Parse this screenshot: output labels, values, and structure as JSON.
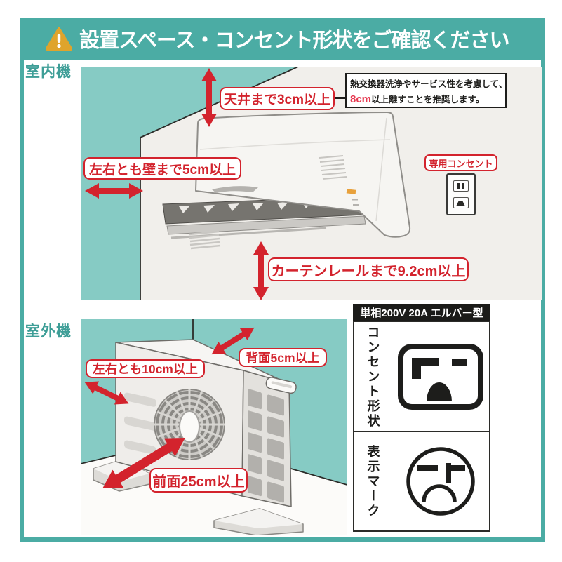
{
  "header": {
    "title": "設置スペース・コンセント形状をご確認ください"
  },
  "indoor": {
    "section_label": "室内機",
    "ceiling_label": "天井まで3cm以上",
    "side_label": "左右とも壁まで5cm以上",
    "curtain_label": "カーテンレールまで9.2cm以上",
    "outlet_label": "専用コンセント",
    "note_line1": "熱交換器洗浄やサービス性を考慮して、",
    "note_highlight": "8cm",
    "note_line2": "以上離すことを推奨します。"
  },
  "outdoor": {
    "section_label": "室外機",
    "side_label": "左右とも10cm以上",
    "back_label": "背面5cm以上",
    "front_label": "前面25cm以上"
  },
  "spec": {
    "header": "単相200V 20A エルバー型",
    "row1_label": "コンセント形状",
    "row2_label": "表示マーク"
  },
  "colors": {
    "teal_accent": "#4BACA4",
    "wall_teal": "#86CBC4",
    "label_red": "#D3232D",
    "highlight_red": "#E63950",
    "warning_gold": "#DFA42C"
  }
}
